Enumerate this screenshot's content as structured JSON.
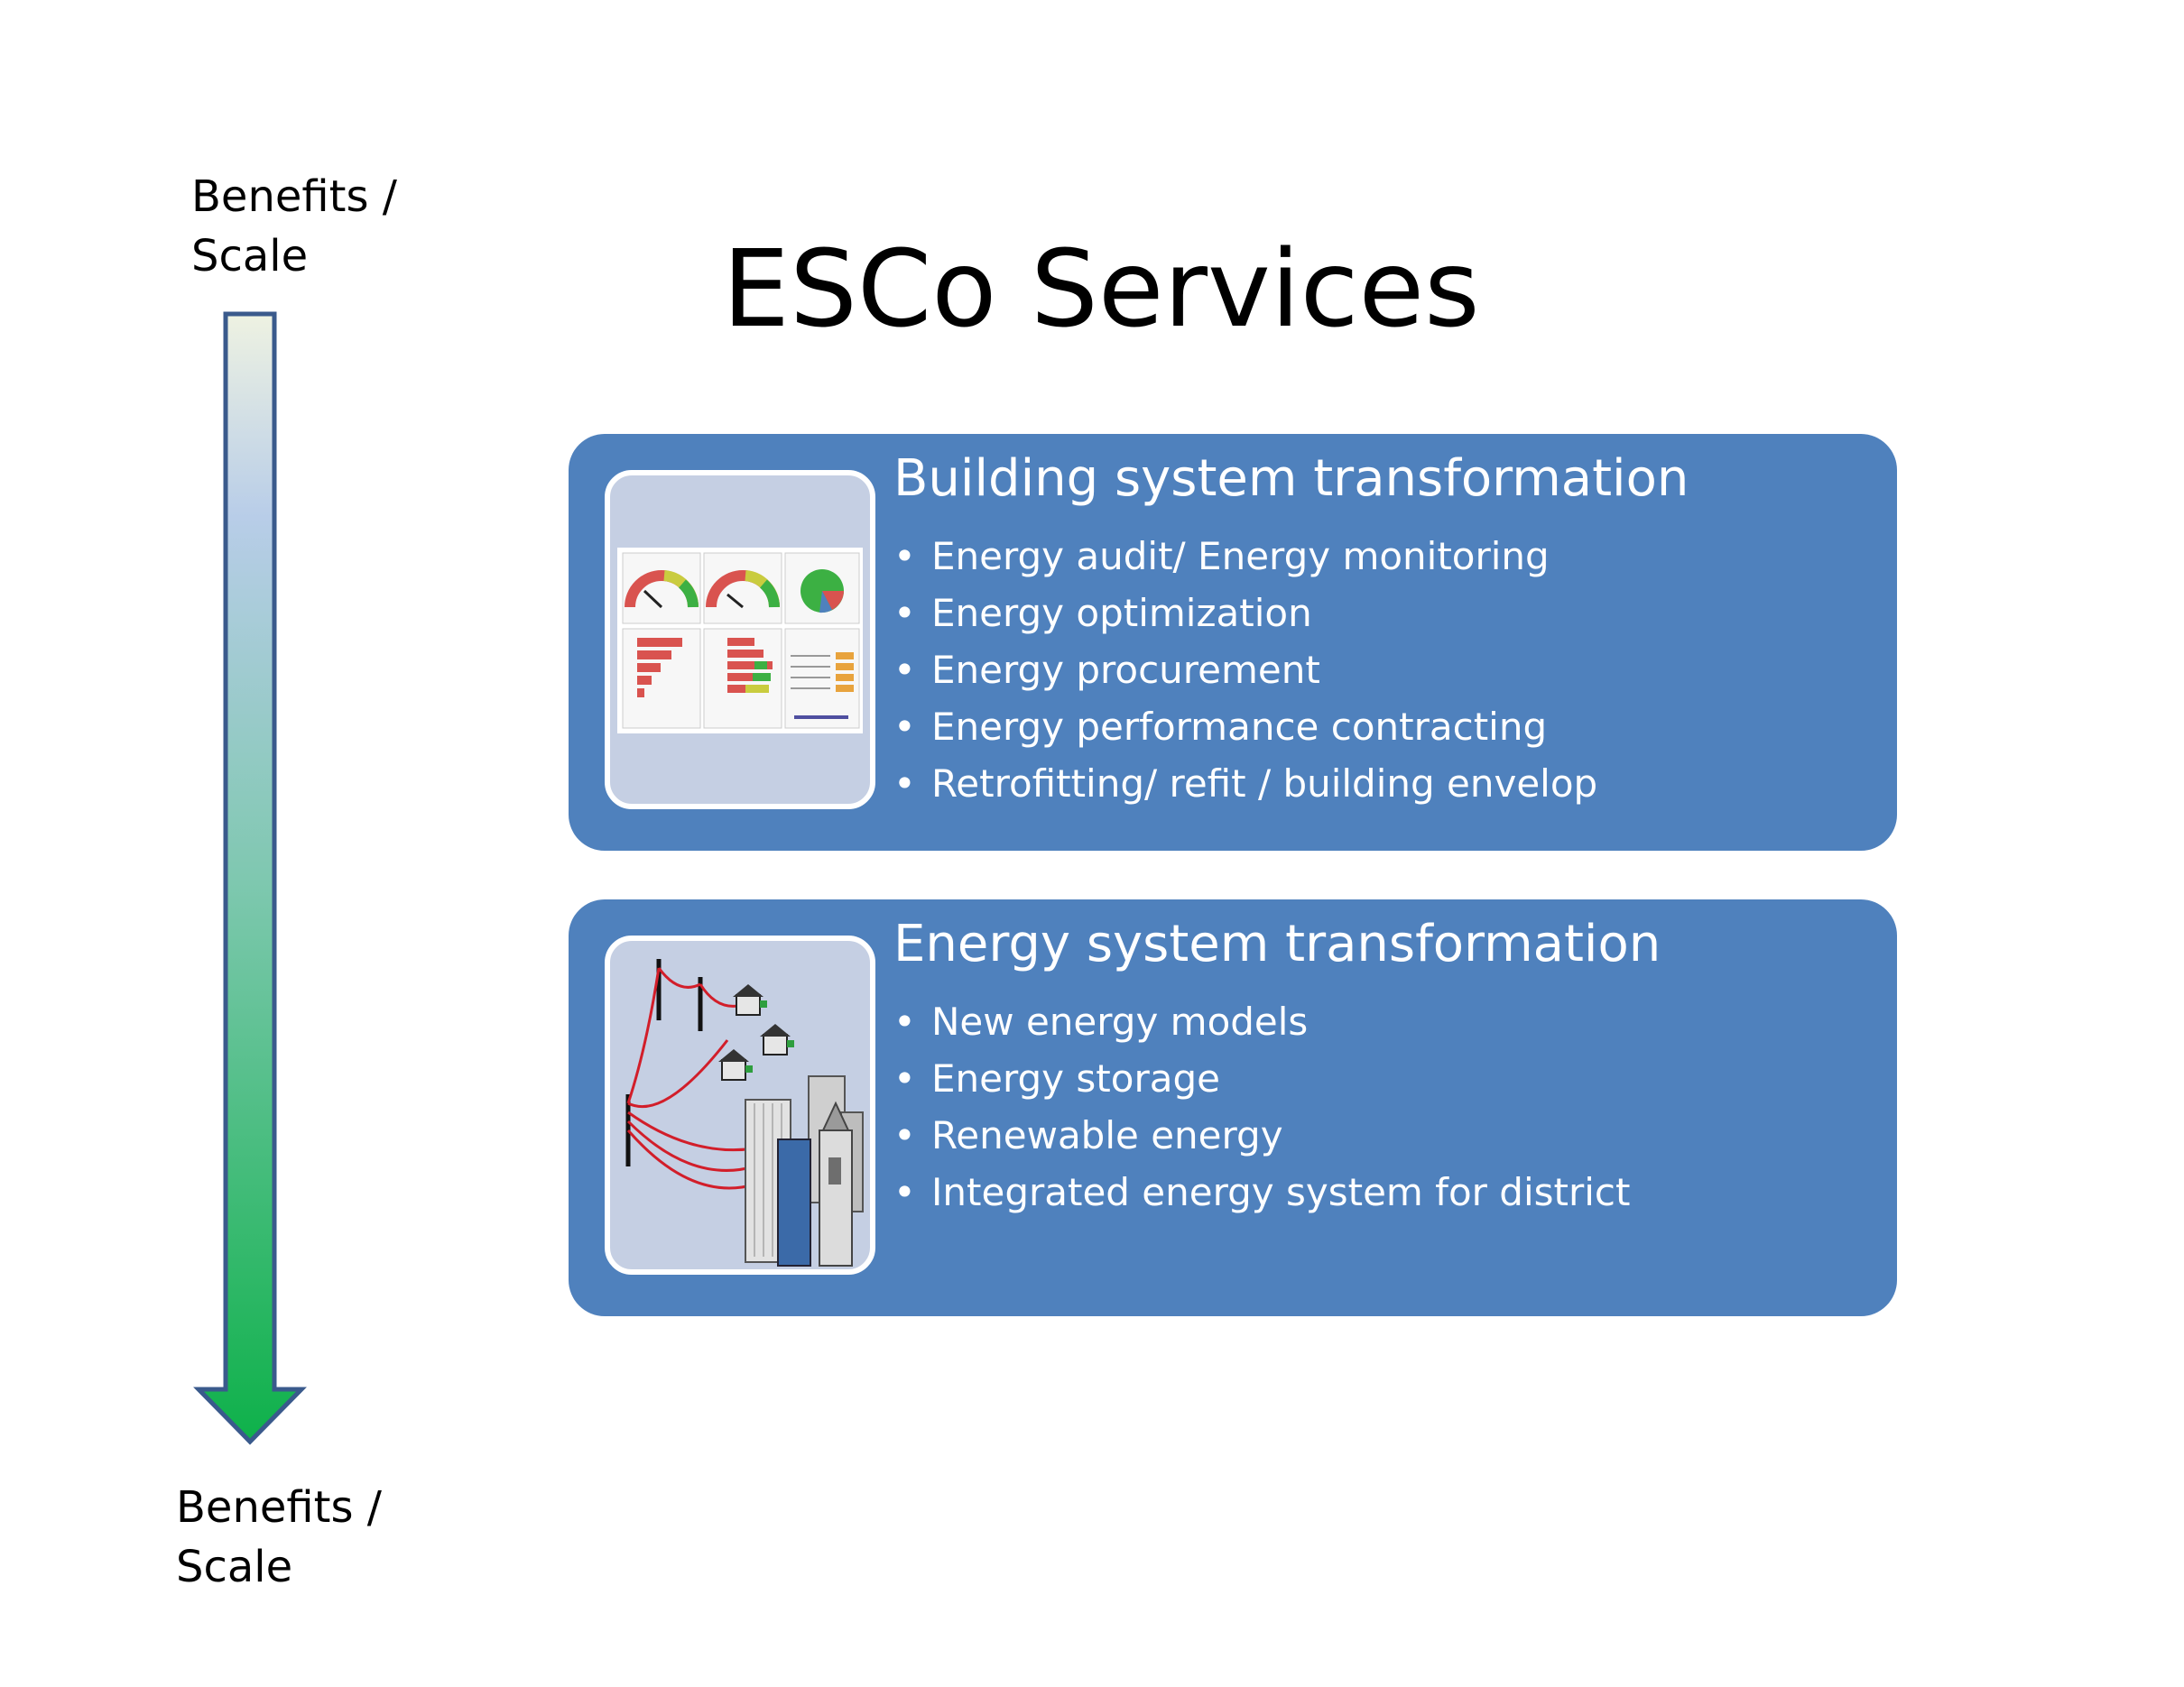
{
  "scale_label": {
    "line1": "Benefits /",
    "line2": "Scale"
  },
  "title": "ESCo Services",
  "colors": {
    "panel": "#4f81bd",
    "arrow_top": "#eef2e2",
    "arrow_mid": "#b8cde8",
    "arrow_bottom": "#0eb14a",
    "arrow_border": "#3a5a8c"
  },
  "panels": [
    {
      "title": "Building system transformation",
      "thumbnail_icon": "energy-dashboard-icon",
      "items": [
        "Energy audit/ Energy monitoring",
        "Energy optimization",
        "Energy procurement",
        "Energy performance contracting",
        "Retrofitting/ refit / building envelop"
      ]
    },
    {
      "title": "Energy system transformation",
      "thumbnail_icon": "power-grid-city-icon",
      "items": [
        "New energy models",
        "Energy storage",
        "Renewable energy",
        "Integrated energy system for district"
      ]
    }
  ]
}
